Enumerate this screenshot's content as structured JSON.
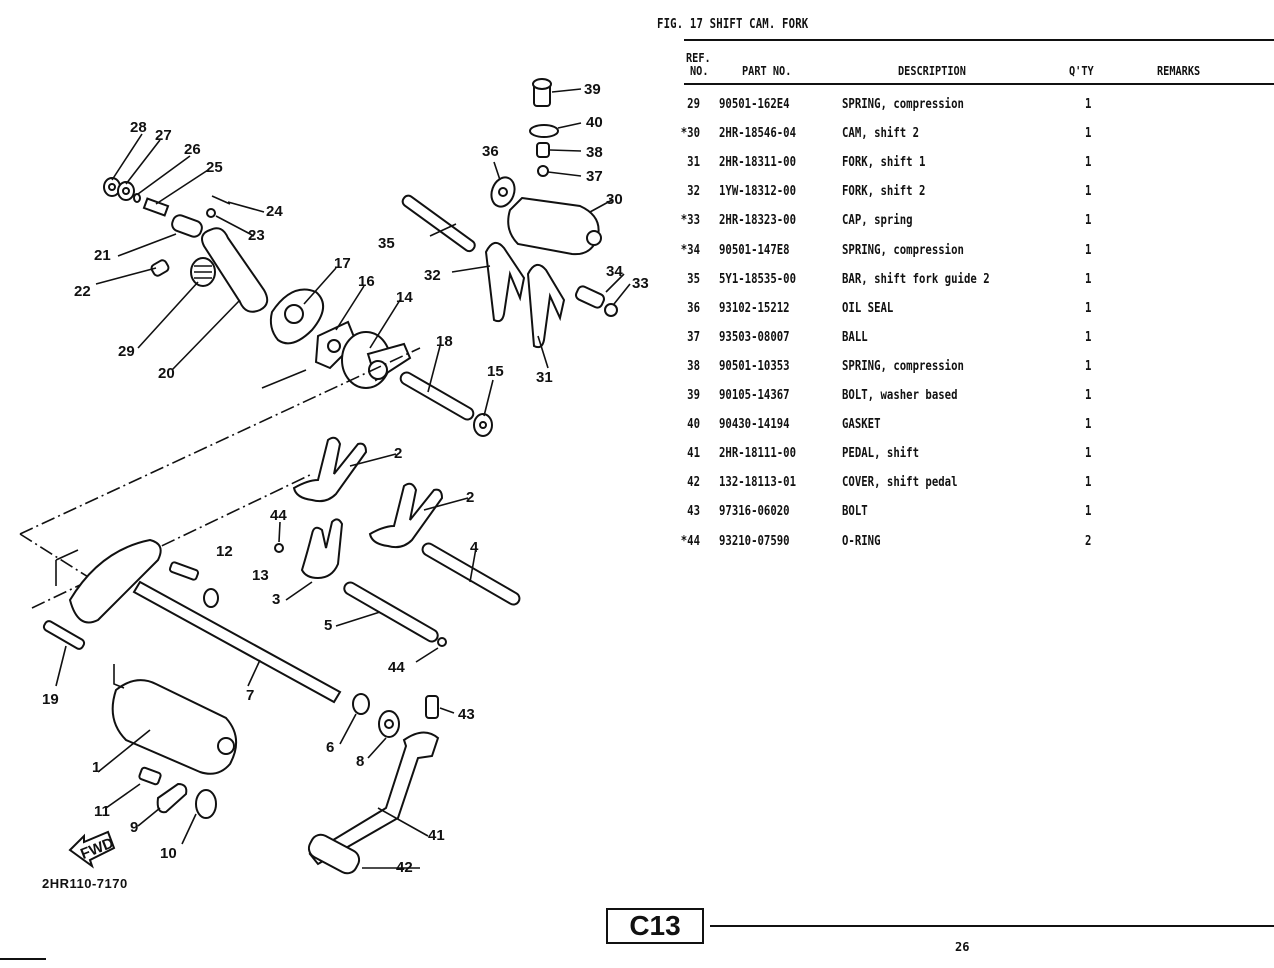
{
  "figure": {
    "title": "FIG. 17  SHIFT CAM. FORK",
    "drawing_number": "2HR110-7170",
    "fwd_label": "FWD"
  },
  "table": {
    "headers": {
      "ref_line1": "REF.",
      "ref_line2": "NO.",
      "part_no": "PART NO.",
      "description": "DESCRIPTION",
      "qty": "Q'TY",
      "remarks": "REMARKS"
    },
    "rows": [
      {
        "ref": "29",
        "part_no": "90501-162E4",
        "description": "SPRING, compression",
        "qty": "1",
        "remarks": ""
      },
      {
        "ref": "*30",
        "part_no": "2HR-18546-04",
        "description": "CAM, shift 2",
        "qty": "1",
        "remarks": ""
      },
      {
        "ref": "31",
        "part_no": "2HR-18311-00",
        "description": "FORK, shift 1",
        "qty": "1",
        "remarks": ""
      },
      {
        "ref": "32",
        "part_no": "1YW-18312-00",
        "description": "FORK, shift 2",
        "qty": "1",
        "remarks": ""
      },
      {
        "ref": "*33",
        "part_no": "2HR-18323-00",
        "description": "CAP, spring",
        "qty": "1",
        "remarks": ""
      },
      {
        "ref": "*34",
        "part_no": "90501-147E8",
        "description": "SPRING, compression",
        "qty": "1",
        "remarks": ""
      },
      {
        "ref": "35",
        "part_no": "5Y1-18535-00",
        "description": "BAR, shift fork guide 2",
        "qty": "1",
        "remarks": ""
      },
      {
        "ref": "36",
        "part_no": "93102-15212",
        "description": "OIL SEAL",
        "qty": "1",
        "remarks": ""
      },
      {
        "ref": "37",
        "part_no": "93503-08007",
        "description": "BALL",
        "qty": "1",
        "remarks": ""
      },
      {
        "ref": "38",
        "part_no": "90501-10353",
        "description": "SPRING, compression",
        "qty": "1",
        "remarks": ""
      },
      {
        "ref": "39",
        "part_no": "90105-14367",
        "description": "BOLT, washer based",
        "qty": "1",
        "remarks": ""
      },
      {
        "ref": "40",
        "part_no": "90430-14194",
        "description": "GASKET",
        "qty": "1",
        "remarks": ""
      },
      {
        "ref": "41",
        "part_no": "2HR-18111-00",
        "description": "PEDAL, shift",
        "qty": "1",
        "remarks": ""
      },
      {
        "ref": "42",
        "part_no": "132-18113-01",
        "description": "COVER, shift pedal",
        "qty": "1",
        "remarks": ""
      },
      {
        "ref": "43",
        "part_no": "97316-06020",
        "description": "BOLT",
        "qty": "1",
        "remarks": ""
      },
      {
        "ref": "*44",
        "part_no": "93210-07590",
        "description": "O-RING",
        "qty": "2",
        "remarks": ""
      }
    ]
  },
  "callouts": [
    "1",
    "2",
    "2",
    "3",
    "4",
    "5",
    "6",
    "7",
    "8",
    "9",
    "10",
    "11",
    "12",
    "13",
    "14",
    "15",
    "16",
    "17",
    "18",
    "19",
    "20",
    "21",
    "22",
    "23",
    "24",
    "25",
    "26",
    "27",
    "28",
    "29",
    "30",
    "31",
    "32",
    "33",
    "34",
    "35",
    "36",
    "37",
    "38",
    "39",
    "40",
    "41",
    "42",
    "43",
    "44",
    "44"
  ],
  "footer": {
    "page_code": "C13",
    "page_number": "26"
  }
}
